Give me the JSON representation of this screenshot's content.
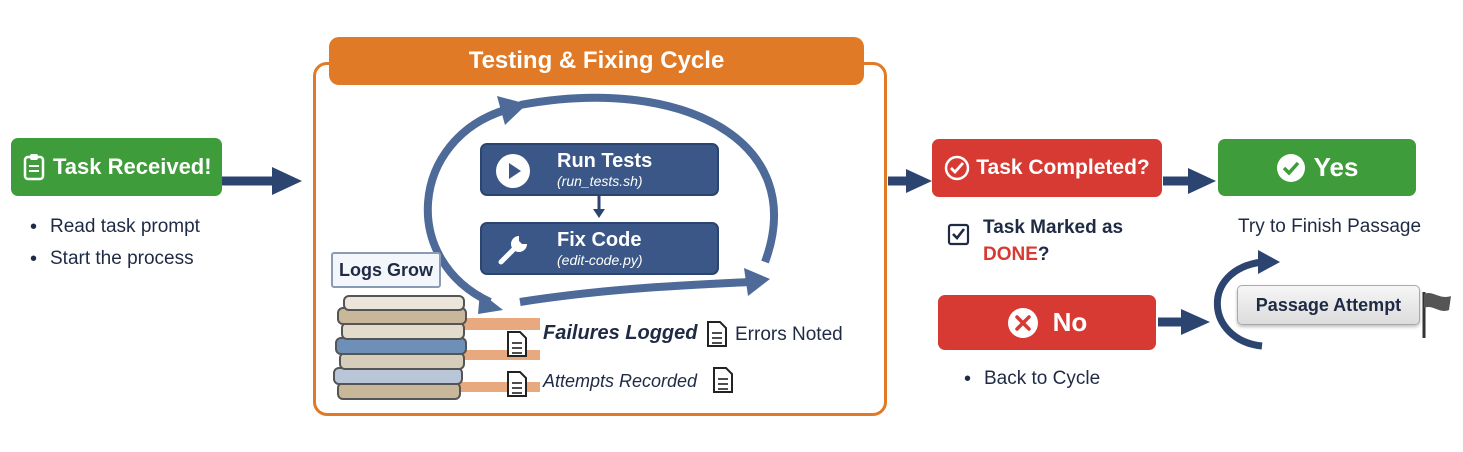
{
  "start": {
    "title": "Task Received!",
    "bullets": [
      "Read task prompt",
      "Start the process"
    ],
    "color": "#3f9c3a"
  },
  "cycle": {
    "title": "Testing & Fixing Cycle",
    "accent": "#e07a26",
    "run_tests": {
      "title": "Run Tests",
      "sub": "(run_tests.sh)"
    },
    "fix_code": {
      "title": "Fix Code",
      "sub": "(edit-code.py)"
    },
    "logs_label": "Logs Grow",
    "log_items": {
      "failures": "Failures Logged",
      "errors": "Errors Noted",
      "attempts": "Attempts Recorded"
    },
    "box_color": "#3a5787"
  },
  "decision": {
    "question": "Task Completed?",
    "marked_prefix": "Task Marked as",
    "marked_done": "DONE",
    "marked_suffix": "?",
    "color": "#d63a33"
  },
  "yes": {
    "label": "Yes",
    "note": "Try to Finish Passage",
    "color": "#3f9c3a"
  },
  "no": {
    "label": "No",
    "note": "Back to Cycle",
    "color": "#d63a33"
  },
  "passage": {
    "label": "Passage Attempt"
  }
}
